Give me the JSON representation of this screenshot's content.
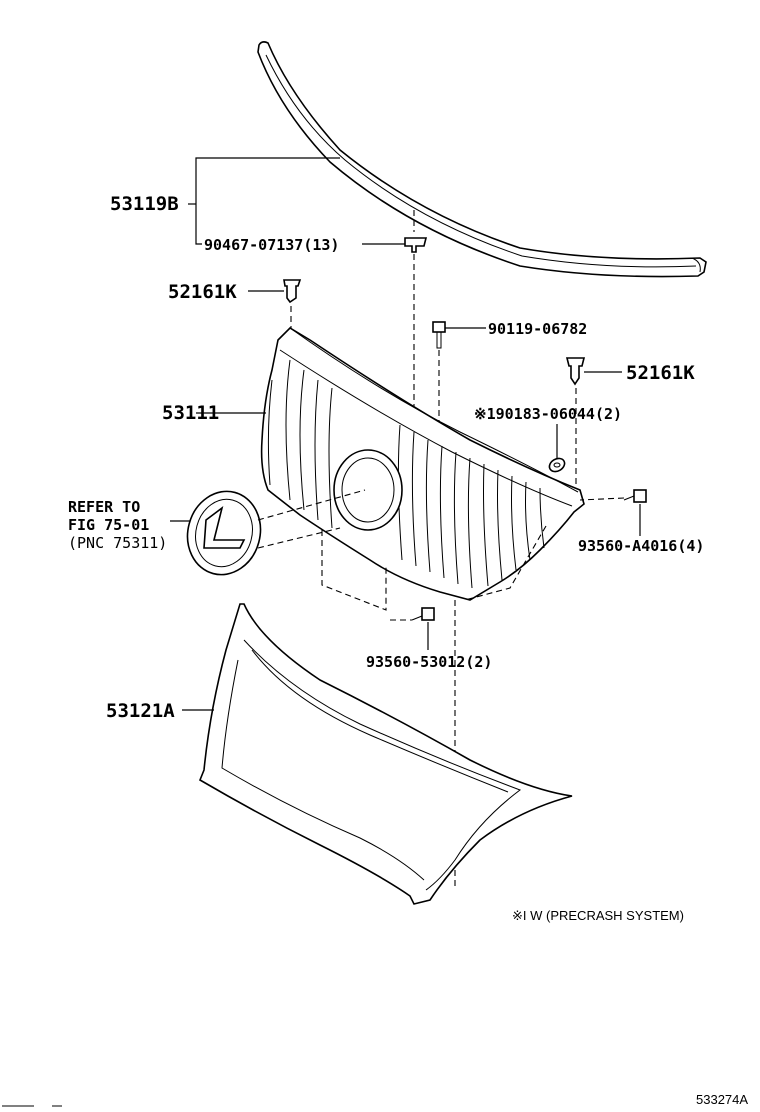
{
  "labels": {
    "molding_upper": "53119B",
    "clip_upper": "90467-07137(13)",
    "retainer_left": "52161K",
    "retainer_right": "52161K",
    "screw_center": "90119-06782",
    "nut_precrash": "※190183-06044(2)",
    "grille": "53111",
    "emblem_ref_line1": "REFER TO",
    "emblem_ref_line2": "FIG 75-01",
    "emblem_ref_line3": "(PNC 75311)",
    "screw_right": "93560-A4016(4)",
    "screw_bottom": "93560-53012(2)",
    "molding_lower": "53121A"
  },
  "footnote": "※I W (PRECRASH SYSTEM)",
  "diagram_id": "533274A"
}
